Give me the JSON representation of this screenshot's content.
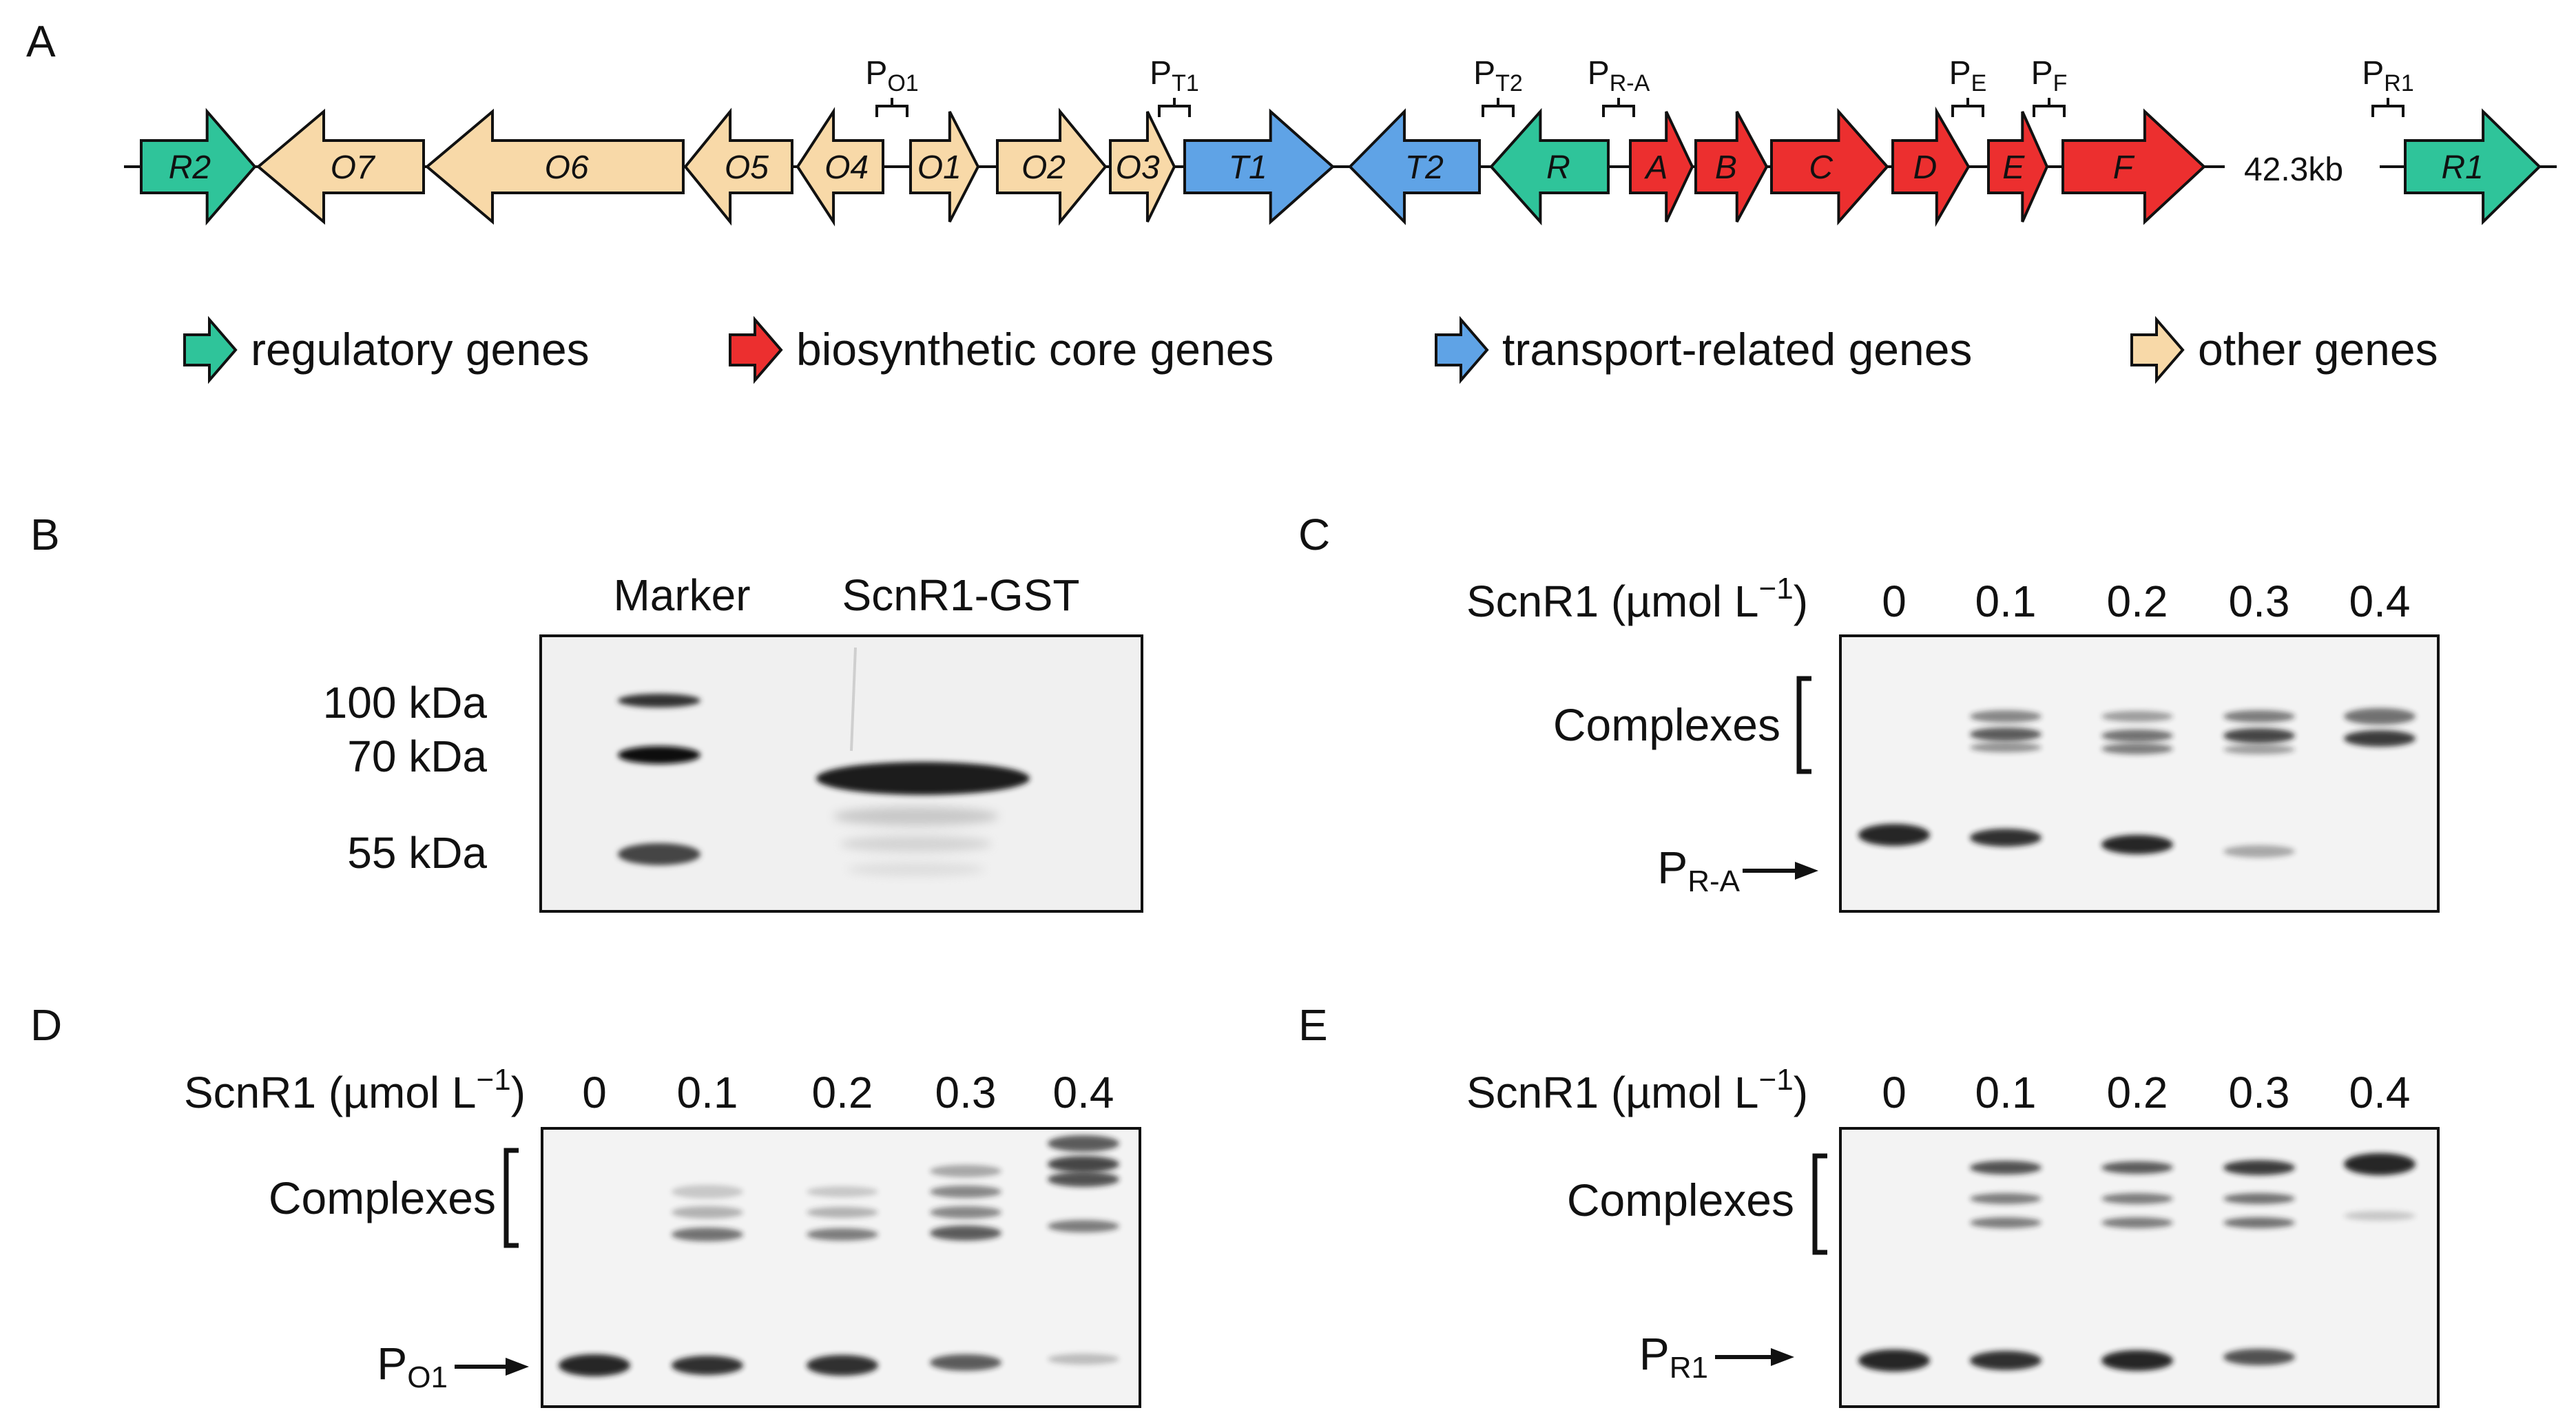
{
  "panels": {
    "A": {
      "letter": "A",
      "genes": [
        {
          "label": "R2",
          "category": "regulatory",
          "dir": "right"
        },
        {
          "label": "O7",
          "category": "other",
          "dir": "left"
        },
        {
          "label": "O6",
          "category": "other",
          "dir": "left"
        },
        {
          "label": "O5",
          "category": "other",
          "dir": "left"
        },
        {
          "label": "O4",
          "category": "other",
          "dir": "left"
        },
        {
          "label": "O1",
          "category": "other",
          "dir": "right"
        },
        {
          "label": "O2",
          "category": "other",
          "dir": "right"
        },
        {
          "label": "O3",
          "category": "other",
          "dir": "right"
        },
        {
          "label": "T1",
          "category": "transport",
          "dir": "right"
        },
        {
          "label": "T2",
          "category": "transport",
          "dir": "left"
        },
        {
          "label": "R",
          "category": "regulatory",
          "dir": "left"
        },
        {
          "label": "A",
          "category": "biosynthetic",
          "dir": "right"
        },
        {
          "label": "B",
          "category": "biosynthetic",
          "dir": "right"
        },
        {
          "label": "C",
          "category": "biosynthetic",
          "dir": "right"
        },
        {
          "label": "D",
          "category": "biosynthetic",
          "dir": "right"
        },
        {
          "label": "E",
          "category": "biosynthetic",
          "dir": "right"
        },
        {
          "label": "F",
          "category": "biosynthetic",
          "dir": "right"
        },
        {
          "label": "R1",
          "category": "regulatory",
          "dir": "right"
        }
      ],
      "gap_label": "42.3kb",
      "promoters": [
        {
          "main": "P",
          "sub": "O1"
        },
        {
          "main": "P",
          "sub": "T1"
        },
        {
          "main": "P",
          "sub": "T2"
        },
        {
          "main": "P",
          "sub": "R-A"
        },
        {
          "main": "P",
          "sub": "E"
        },
        {
          "main": "P",
          "sub": "F"
        },
        {
          "main": "P",
          "sub": "R1"
        }
      ],
      "legend": [
        {
          "label": "regulatory genes",
          "category": "regulatory"
        },
        {
          "label": "biosynthetic core genes",
          "category": "biosynthetic"
        },
        {
          "label": "transport-related genes",
          "category": "transport"
        },
        {
          "label": "other genes",
          "category": "other"
        }
      ]
    },
    "B": {
      "letter": "B",
      "lane_labels": [
        "Marker",
        "ScnR1-GST"
      ],
      "marker_sizes": [
        "100 kDa",
        "70 kDa",
        "55 kDa"
      ]
    },
    "C": {
      "letter": "C",
      "conc_label_main": "ScnR1 (µmol L",
      "conc_label_sup": "−1",
      "conc_label_end": ")",
      "concentrations": [
        "0",
        "0.1",
        "0.2",
        "0.3",
        "0.4"
      ],
      "complexes_label": "Complexes",
      "probe_main": "P",
      "probe_sub": "R-A"
    },
    "D": {
      "letter": "D",
      "conc_label_main": "ScnR1 (µmol L",
      "conc_label_sup": "−1",
      "conc_label_end": ")",
      "concentrations": [
        "0",
        "0.1",
        "0.2",
        "0.3",
        "0.4"
      ],
      "complexes_label": "Complexes",
      "probe_main": "P",
      "probe_sub": "O1"
    },
    "E": {
      "letter": "E",
      "conc_label_main": "ScnR1 (µmol L",
      "conc_label_sup": "−1",
      "conc_label_end": ")",
      "concentrations": [
        "0",
        "0.1",
        "0.2",
        "0.3",
        "0.4"
      ],
      "complexes_label": "Complexes",
      "probe_main": "P",
      "probe_sub": "R1"
    }
  },
  "colors": {
    "regulatory": "#2fc49a",
    "biosynthetic": "#ec2f2f",
    "transport": "#5fa3e6",
    "other": "#f8d9a8",
    "gel_bg": "#f3f3f3",
    "band": "#1a1a1a"
  },
  "icons": {
    "gene": "gene-arrow-icon",
    "arrow": "right-arrow-icon",
    "bracket": "bracket-icon"
  }
}
